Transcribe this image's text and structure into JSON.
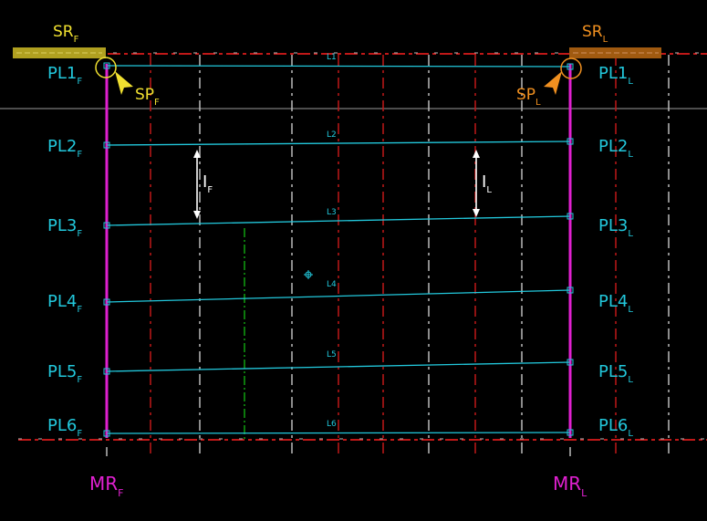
{
  "first_side": {
    "start_range": {
      "main": "SR",
      "sub": "F"
    },
    "start_point": {
      "main": "SP",
      "sub": "F"
    },
    "main_rail": {
      "main": "MR",
      "sub": "F"
    },
    "interval": {
      "main": "I",
      "sub": "F"
    },
    "plates": [
      {
        "main": "PL1",
        "sub": "F"
      },
      {
        "main": "PL2",
        "sub": "F"
      },
      {
        "main": "PL3",
        "sub": "F"
      },
      {
        "main": "PL4",
        "sub": "F"
      },
      {
        "main": "PL5",
        "sub": "F"
      },
      {
        "main": "PL6",
        "sub": "F"
      }
    ]
  },
  "last_side": {
    "start_range": {
      "main": "SR",
      "sub": "L"
    },
    "start_point": {
      "main": "SP",
      "sub": "L"
    },
    "main_rail": {
      "main": "MR",
      "sub": "L"
    },
    "interval": {
      "main": "I",
      "sub": "L"
    },
    "plates": [
      {
        "main": "PL1",
        "sub": "L"
      },
      {
        "main": "PL2",
        "sub": "L"
      },
      {
        "main": "PL3",
        "sub": "L"
      },
      {
        "main": "PL4",
        "sub": "L"
      },
      {
        "main": "PL5",
        "sub": "L"
      },
      {
        "main": "PL6",
        "sub": "L"
      }
    ]
  },
  "lines": [
    "L1",
    "L2",
    "L3",
    "L4",
    "L5",
    "L6"
  ],
  "colors": {
    "background": "#000000",
    "plate_line": "#22c8dc",
    "main_rail": "#e020d0",
    "start_first": "#f0e030",
    "start_last": "#f09020",
    "interval": "#ffffff",
    "grid_red": "#c01818",
    "grid_gray": "#bbbbbb",
    "green_line": "#10a010"
  }
}
